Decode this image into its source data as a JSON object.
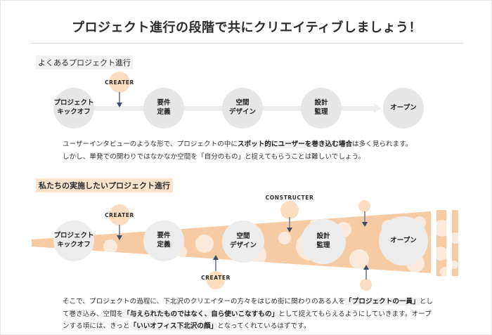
{
  "page": {
    "title": "プロジェクト進行の段階で共にクリエイティブしましょう！"
  },
  "section1": {
    "heading": "よくあるプロジェクト進行",
    "stages": [
      {
        "line1": "プロジェクト",
        "line2": "キックオフ"
      },
      {
        "line1": "要件",
        "line2": "定義"
      },
      {
        "line1": "空間",
        "line2": "デザイン"
      },
      {
        "line1": "設計",
        "line2": "監理"
      },
      {
        "line1": "オープン",
        "line2": ""
      }
    ],
    "markers": [
      {
        "label": "CREATER",
        "direction": "down"
      }
    ],
    "paragraph": {
      "pre1": "ユーザーインタビューのような形で、プロジェクトの中に",
      "bold1": "スポット的にユーザーを巻き込む場合",
      "post1": "は多く見られます。",
      "line2": "しかし、単発での関わりではなかなか空間を「自分のもの」と捉えてもらうことは難しいでしょう。"
    }
  },
  "section2": {
    "heading": "私たちの実施したいプロジェクト進行",
    "stages": [
      {
        "line1": "プロジェクト",
        "line2": "キックオフ"
      },
      {
        "line1": "要件",
        "line2": "定義"
      },
      {
        "line1": "空間",
        "line2": "デザイン"
      },
      {
        "line1": "設計",
        "line2": "監理"
      },
      {
        "line1": "オープン",
        "line2": ""
      }
    ],
    "markers": [
      {
        "label": "CREATER",
        "direction": "down"
      },
      {
        "label": "CREATER",
        "direction": "up"
      },
      {
        "label": "CONSTRUCTER",
        "direction": "down"
      },
      {
        "label": "",
        "direction": "down"
      },
      {
        "label": "",
        "direction": "up"
      }
    ],
    "paragraph": {
      "pre1": "そこで、プロジェクトの過程に、下北沢のクリエイターの方々をはじめ街に関わりのある人を",
      "bold1": "「プロジェクトの一員」",
      "mid1": "として巻き込み、空間を",
      "bold2": "「与えられたものではなく、自ら使いこなすもの」",
      "mid2": "として捉えてもらえるようにしていきます。オープンする頃には、きっと",
      "bold3": "「いいオフィス下北沢の顔」",
      "post": "となってくれているはずです。"
    }
  },
  "colors": {
    "accent_orange": "#f5c79b",
    "accent_orange_light": "#fbdec0",
    "accent_highlight": "#fae3cd",
    "stage_gray": "#e6e6e6",
    "connector_gray": "#ededed",
    "arrow_navy": "#3f4a63",
    "text_dark": "#2b2b2b",
    "frame_border": "#e3e3e3"
  }
}
